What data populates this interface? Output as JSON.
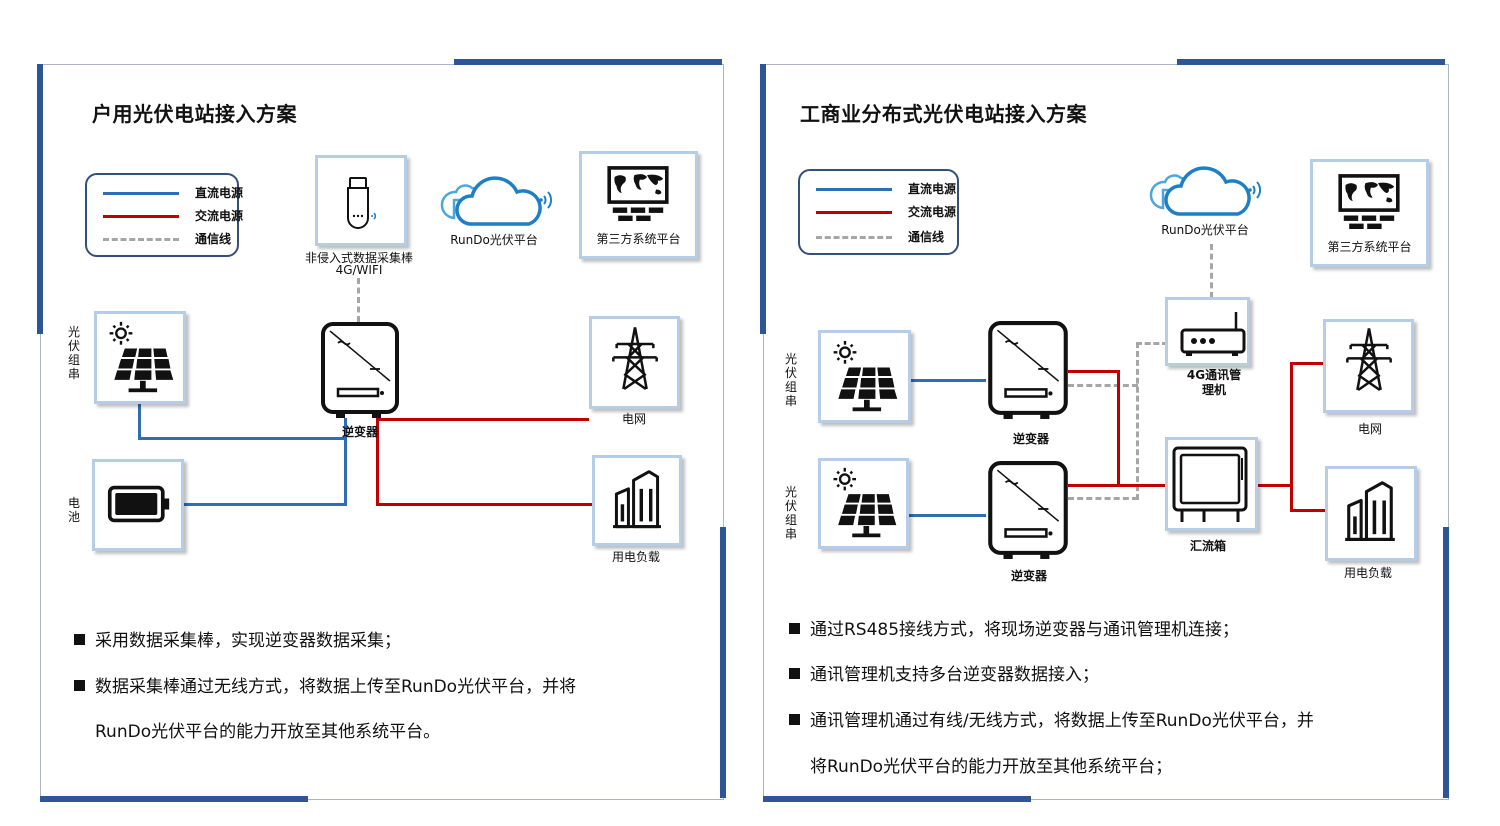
{
  "colors": {
    "dc": "#2f6eb5",
    "ac": "#c00000",
    "comm": "#a6a6a6",
    "accent": "#2e5597",
    "box_border": "#b5cde6"
  },
  "left": {
    "title": "户用光伏电站接入方案",
    "legend": {
      "dc": "直流电源",
      "ac": "交流电源",
      "comm": "通信线"
    },
    "collector_label": "非侵入式数据采集棒",
    "collector_sub": "4G/WIFI",
    "cloud_label": "RunDo光伏平台",
    "third_party_label": "第三方系统平台",
    "pv_label": "光伏组串",
    "inverter_label": "逆变器",
    "grid_label": "电网",
    "battery_label": "电池",
    "load_label": "用电负载",
    "bullets": [
      "采用数据采集棒，实现逆变器数据采集；",
      "数据采集棒通过无线方式，将数据上传至RunDo光伏平台，并将"
    ],
    "bullet_cont": "RunDo光伏平台的能力开放至其他系统平台。"
  },
  "right": {
    "title": "工商业分布式光伏电站接入方案",
    "legend": {
      "dc": "直流电源",
      "ac": "交流电源",
      "comm": "通信线"
    },
    "cloud_label": "RunDo光伏平台",
    "third_party_label": "第三方系统平台",
    "pv1_label": "光伏组串",
    "pv2_label": "光伏组串",
    "inverter1_label": "逆变器",
    "inverter2_label": "逆变器",
    "manager_label_1": "4G通讯管",
    "manager_label_2": "理机",
    "combiner_label": "汇流箱",
    "grid_label": "电网",
    "load_label": "用电负载",
    "bullets": [
      "通过RS485接线方式，将现场逆变器与通讯管理机连接；",
      "通讯管理机支持多台逆变器数据接入；",
      "通讯管理机通过有线/无线方式，将数据上传至RunDo光伏平台，并"
    ],
    "bullet_cont": "将RunDo光伏平台的能力开放至其他系统平台；"
  }
}
